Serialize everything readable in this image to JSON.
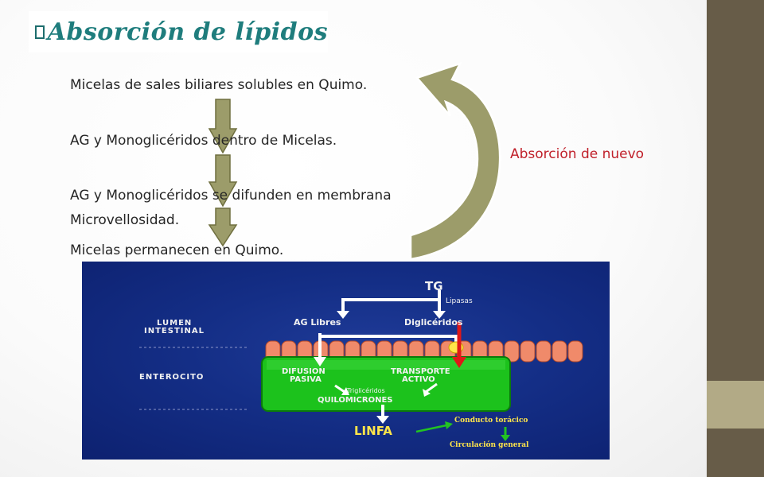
{
  "slide": {
    "title": "Absorción de lípidos",
    "lines": [
      "Micelas de sales biliares solubles en Quimo.",
      "AG y Monoglicéridos dentro de Micelas.",
      "AG y Monoglicéridos se difunden en membrana",
      "Microvellosidad.",
      "Micelas permanecen en Quimo."
    ],
    "side_label": "Absorción de nuevo"
  },
  "diagram": {
    "labels": {
      "tg": "TG",
      "lipasas": "Lipasas",
      "ag_libres": "AG Libres",
      "digliceridos": "Diglicéridos",
      "lumen_1": "LUMEN",
      "lumen_2": "INTESTINAL",
      "enterocito": "ENTEROCITO",
      "difusion_1": "DIFUSION",
      "difusion_2": "PASIVA",
      "transporte_1": "TRANSPORTE",
      "transporte_2": "ACTIVO",
      "trigliceridos": "Triglicéridos",
      "quilomicrones": "QUILOMICRONES",
      "linfa": "LINFA",
      "conducto": "Conducto torácico",
      "circulacion": "Circulación general"
    }
  },
  "colors": {
    "title": "#1f7d7d",
    "side_label": "#c0202a",
    "sidebar": "#675c48",
    "sidebar_accent": "#b2aa86",
    "arrow_fill": "#9c9c6a",
    "diagram_bg": "#142e86",
    "enterocyte": "#1cc21c",
    "villi": "#f08a6a"
  },
  "icons": {
    "title_bullet": "hollow-square-bullet"
  }
}
